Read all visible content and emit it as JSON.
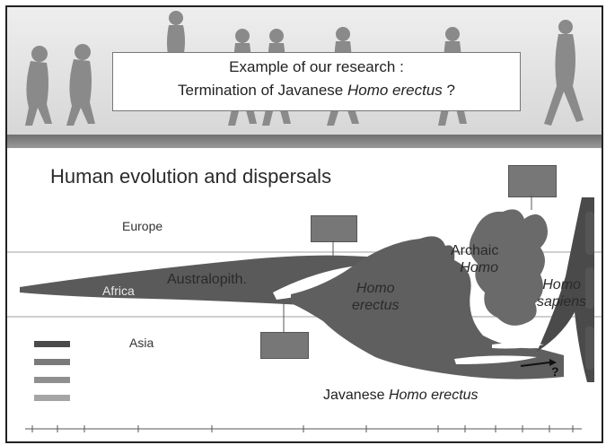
{
  "title": {
    "line1": "Example of our research :",
    "line2_prefix": "Termination of Javanese ",
    "line2_italic": "Homo erectus",
    "line2_suffix": " ?"
  },
  "heading": "Human evolution and dispersals",
  "regions": {
    "europe": "Europe",
    "africa": "Africa",
    "asia": "Asia"
  },
  "lineages": {
    "australopith": "Australopith.",
    "homo_erectus_line1": "Homo",
    "homo_erectus_line2": "erectus",
    "archaic_line1": "Archaic",
    "archaic_line2": "Homo",
    "sapiens_line1": "Homo",
    "sapiens_line2": "sapiens"
  },
  "javanese_label_prefix": "Javanese ",
  "javanese_label_italic": "Homo erectus",
  "question_mark": "?",
  "colors": {
    "blob_dark": "#5a5a5a",
    "blob_mid": "#6e6e6e",
    "band": "#c9c9c9",
    "legend": [
      "#4a4a4a",
      "#7a7a7a",
      "#8f8f8f",
      "#a5a5a5"
    ]
  }
}
